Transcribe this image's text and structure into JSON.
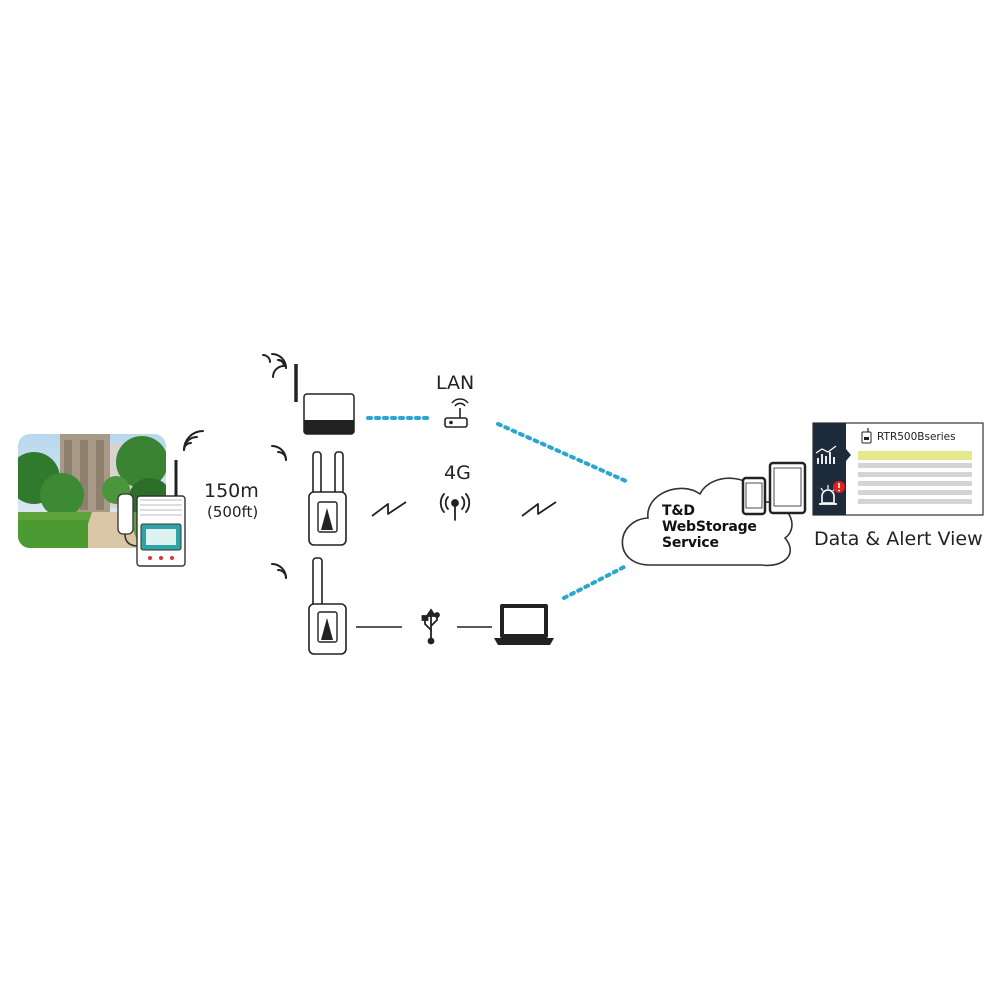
{
  "labels": {
    "lan": "LAN",
    "fourg": "4G",
    "distance": "150m",
    "distance_ft": "(500ft)",
    "view": "Data & Alert View"
  },
  "cloud": {
    "line1": "T&D",
    "line2": "WebStorage",
    "line3": "Service"
  },
  "panel": {
    "title": "RTR500Bseries"
  },
  "colors": {
    "dotted_link": "#2aa6cf",
    "panel_sidebar": "#1e2b3a",
    "panel_highlight_row": "#e4ea8c",
    "panel_row": "#d4d4d4",
    "alert": "#e02020",
    "device_screen": "#2fa3a6"
  }
}
